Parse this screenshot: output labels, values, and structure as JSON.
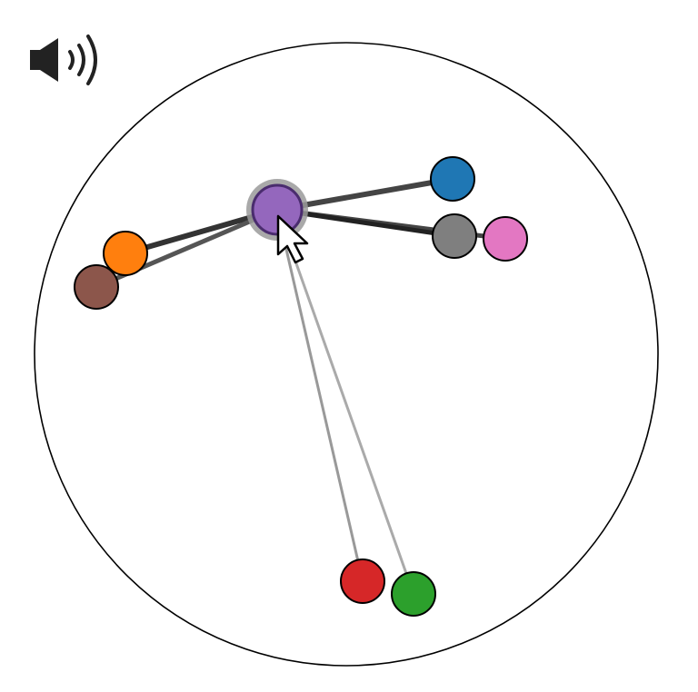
{
  "sound": {
    "icon": "speaker-volume-icon",
    "state": "on"
  },
  "arena": {
    "shape": "circle",
    "border_color": "#000000"
  },
  "nodes": [
    {
      "id": "purple",
      "color": "#9467bd",
      "selected": true
    },
    {
      "id": "blue",
      "color": "#1f77b4",
      "selected": false
    },
    {
      "id": "gray",
      "color": "#7f7f7f",
      "selected": false
    },
    {
      "id": "pink",
      "color": "#e377c2",
      "selected": false
    },
    {
      "id": "orange",
      "color": "#ff7f0e",
      "selected": false
    },
    {
      "id": "brown",
      "color": "#8c564b",
      "selected": false
    },
    {
      "id": "red",
      "color": "#d62728",
      "selected": false
    },
    {
      "id": "green",
      "color": "#2ca02c",
      "selected": false
    }
  ],
  "links": [
    {
      "from": "purple",
      "to": "blue",
      "color": "#444444"
    },
    {
      "from": "purple",
      "to": "gray",
      "color": "#222222"
    },
    {
      "from": "purple",
      "to": "pink",
      "color": "#444444"
    },
    {
      "from": "purple",
      "to": "orange",
      "color": "#333333"
    },
    {
      "from": "purple",
      "to": "brown",
      "color": "#555555"
    },
    {
      "from": "purple",
      "to": "red",
      "color": "#999999"
    },
    {
      "from": "purple",
      "to": "green",
      "color": "#aaaaaa"
    }
  ],
  "cursor": {
    "icon": "mouse-pointer-icon"
  }
}
